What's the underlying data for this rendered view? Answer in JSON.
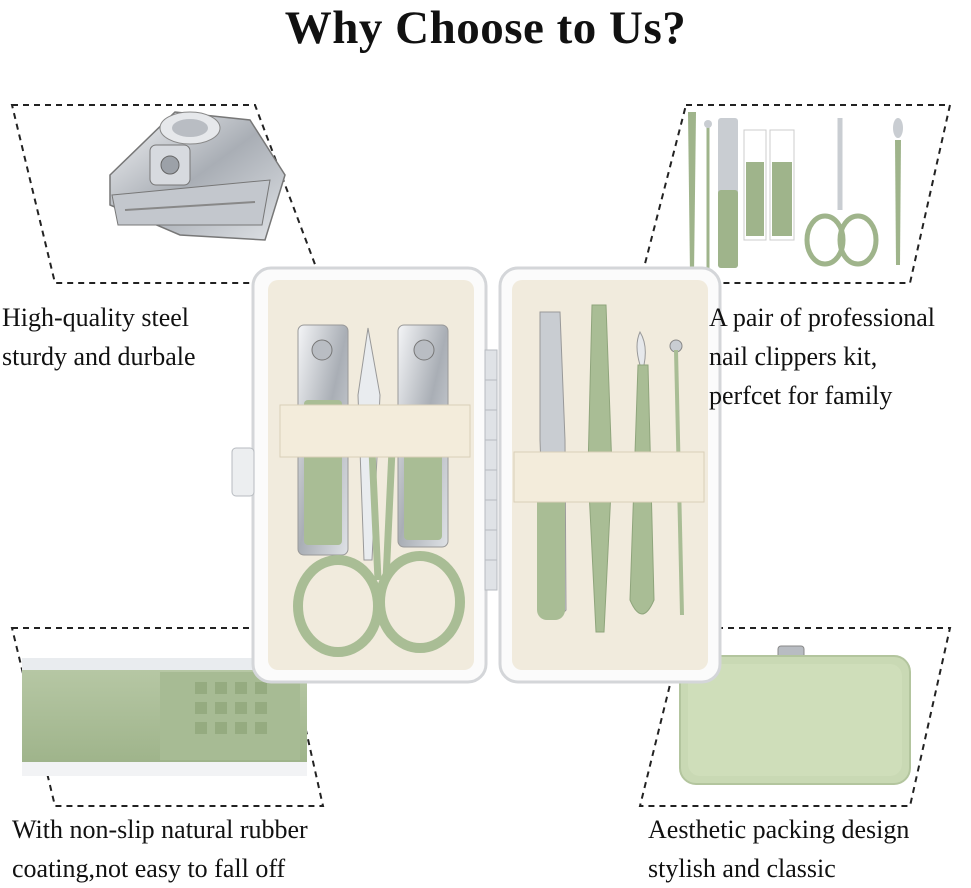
{
  "title": "Why Choose to Us?",
  "features": {
    "steel": {
      "line1": "High-quality steel",
      "line2": "sturdy and durbale",
      "icon": "nail-clipper-closeup-image"
    },
    "kit": {
      "line1": "A pair of professional",
      "line2": "nail clippers kit,",
      "line3": "perfcet for family",
      "icon": "tool-set-image"
    },
    "rubber": {
      "line1": "With non-slip natural rubber",
      "line2": "coating,not easy to fall off",
      "icon": "rubber-grip-closeup-image"
    },
    "packing": {
      "line1": "Aesthetic packing design",
      "line2": "stylish and classic",
      "icon": "closed-case-image"
    }
  },
  "colors": {
    "sage": "#a9bd95",
    "sage_dark": "#8fa57c",
    "cream": "#f1ebdd",
    "steel": "#c9cdd2"
  }
}
